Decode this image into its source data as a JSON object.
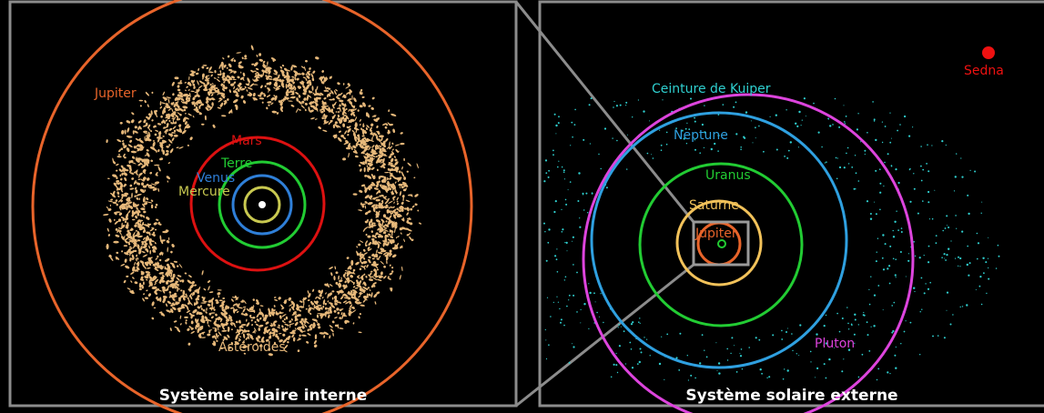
{
  "inner": {
    "title": "Système solaire interne",
    "asteroid_label": "Astéroïdes",
    "planets": [
      {
        "name": "Mercure",
        "color": "#c8c850"
      },
      {
        "name": "Venus",
        "color": "#2f7fd8"
      },
      {
        "name": "Terre",
        "color": "#22cc33"
      },
      {
        "name": "Mars",
        "color": "#dd1111"
      },
      {
        "name": "Jupiter",
        "color": "#e8642a"
      }
    ],
    "asteroid_color": "#e6b87a",
    "sun_color": "#ffffff"
  },
  "outer": {
    "title": "Système solaire externe",
    "kuiper_label": "Ceinture de Kuiper",
    "kuiper_color": "#2fd0d0",
    "planets": [
      {
        "name": "Jupiter",
        "color": "#e8642a"
      },
      {
        "name": "Saturne",
        "color": "#f2c25a"
      },
      {
        "name": "Uranus",
        "color": "#22cc33"
      },
      {
        "name": "Neptune",
        "color": "#2fa0e0"
      },
      {
        "name": "Pluton",
        "color": "#dd44dd"
      }
    ],
    "sedna": {
      "name": "Sedna",
      "color": "#ee1111"
    }
  }
}
